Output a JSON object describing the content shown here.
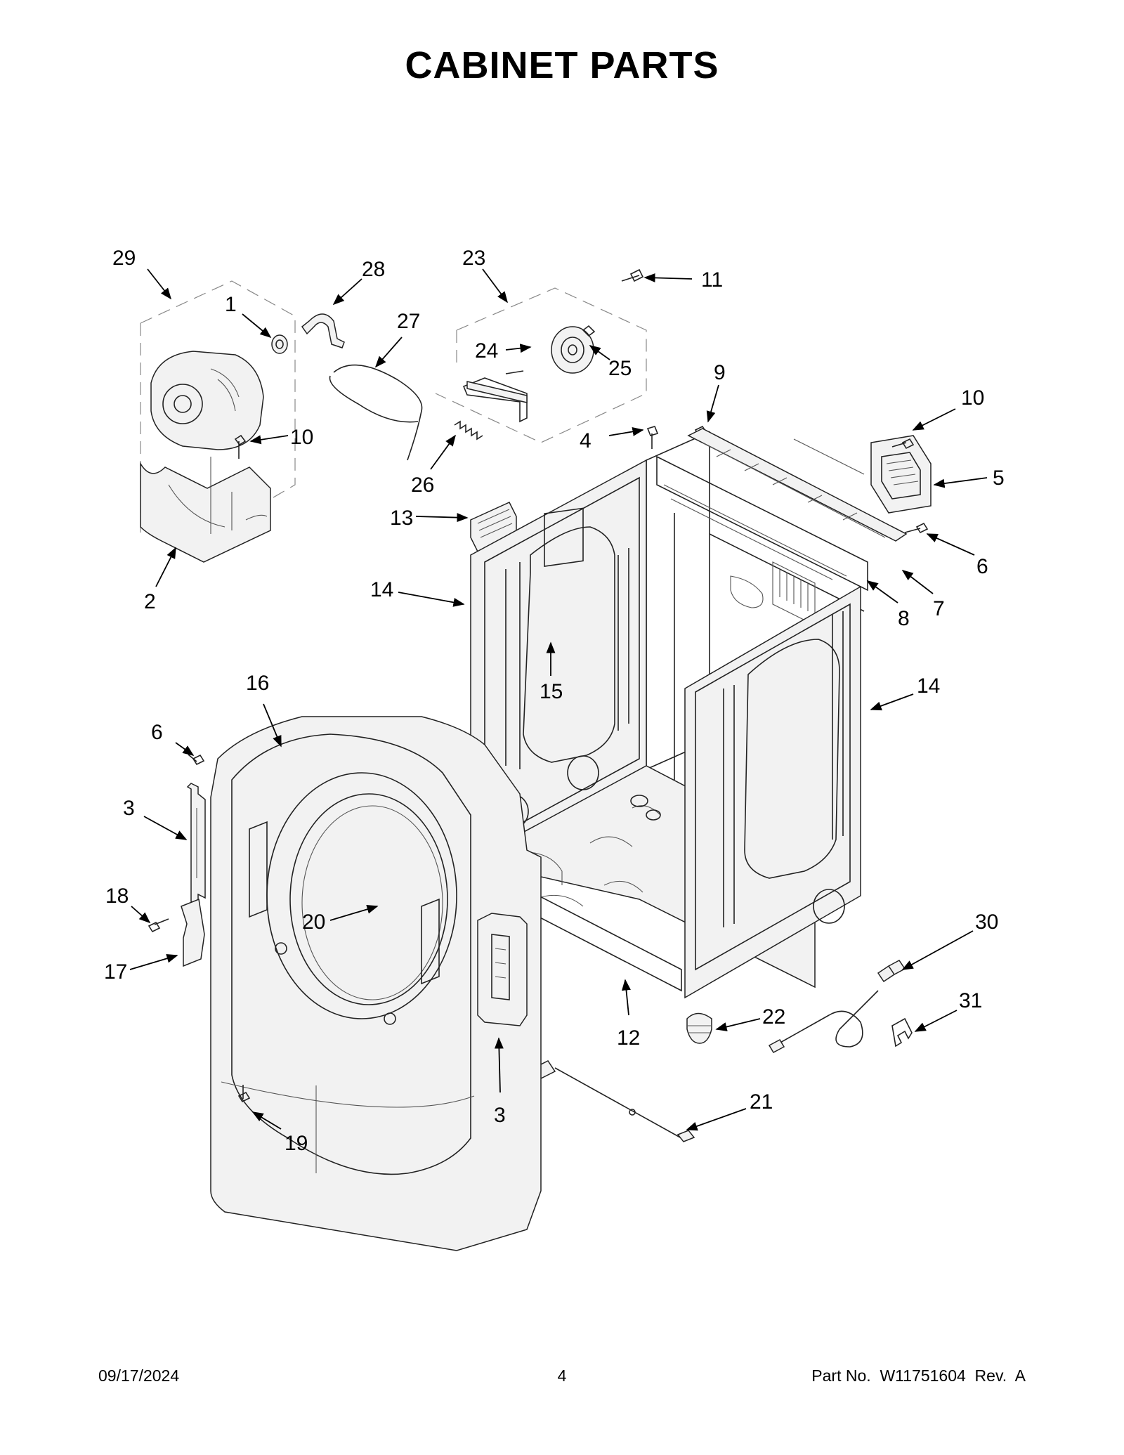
{
  "page": {
    "title": "CABINET PARTS",
    "date": "09/17/2024",
    "page_number": "4",
    "part_number": "Part No.  W11751604  Rev.  A"
  },
  "callouts": [
    "29",
    "1",
    "28",
    "27",
    "23",
    "24",
    "25",
    "11",
    "10",
    "9",
    "10",
    "4",
    "26",
    "13",
    "5",
    "6",
    "14",
    "2",
    "15",
    "8",
    "7",
    "16",
    "14",
    "6",
    "3",
    "18",
    "20",
    "17",
    "30",
    "22",
    "12",
    "31",
    "21",
    "3",
    "19"
  ]
}
